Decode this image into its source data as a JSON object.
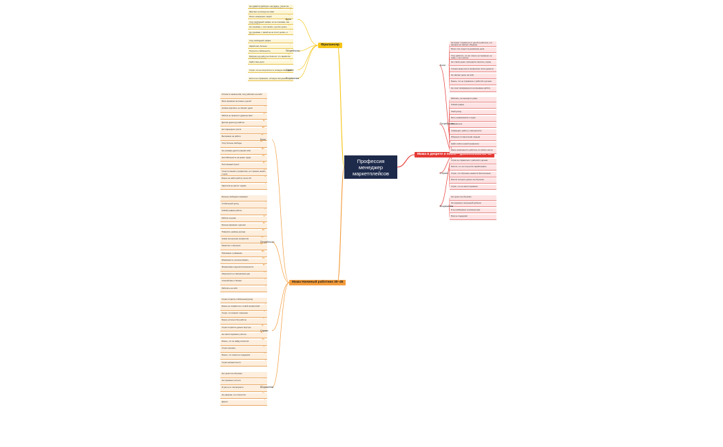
{
  "center": {
    "label": "Профессия менеджер маркетплейсов"
  },
  "branches": [
    {
      "id": "freelancer",
      "label": "Фрилансер",
      "color": "#f5c518",
      "style": "yellow",
      "subgroups": [
        {
          "label": "Боли",
          "items": [
            "Не нравится работать «на дядю», тошно на дни ваше начальство, хочется свободы, а у них никакой свободы нет",
            "Фриланс не всегда на охват",
            "Много неведомых людей",
            "Хочу свободный график, но не понимаю, как сюда войти",
            "Не понимаю, с чего начать, где все нужно учить",
            "Не понимаю, с какой же не стоит делать, я боюсь"
          ]
        },
        {
          "label": "Потребности",
          "items": [
            "Хочу свободный график",
            "Заработать больше",
            "Получить стабильность",
            "Работать на себя и не бояться, что заработок не сможет вырасти",
            "Найти свое дело"
          ]
        },
        {
          "label": "Страхи",
          "items": [
            "Страх, что не получится и я останусь без денег"
          ]
        },
        {
          "label": "Возражения",
          "items": [
            "Если я не справлюсь, останусь без денег"
          ]
        }
      ]
    },
    {
      "id": "mom-online",
      "label": "Мама в декрете и после – домохозяйка 24–35",
      "color": "#e53935",
      "style": "red",
      "subgroups": [
        {
          "label": "Боли",
          "items": [
            "Не может оторваться от детей и работать, а в эмоциях не хватает общения",
            "Много сил уходит на домашние дела",
            "Хочу работать, но нет опыта, нет времени, не знаю, с чего начать",
            "Нет своих денег, приходится просить у мужа",
            "Сложно вернуться в профессию после декрета",
            "Не хватает денег на себя",
            "Боюсь, что не справлюсь с работой и детьми",
            "Не хочет возвращаться на прежнюю работу"
          ]
        },
        {
          "label": "Потребности",
          "items": [
            "Работать, не выходя из дома",
            "Гибкий график",
            "Свой доход",
            "Быть независимой от мужа",
            "Развиваться",
            "Совмещать работу и материнство",
            "Общение со взрослыми людьми",
            "Найти себя в новой профессии",
            "Иметь возможность работать из любого места"
          ]
        },
        {
          "label": "Страхи",
          "items": [
            "Страх не справиться с работой и детьми",
            "Боится, что не получится зарабатывать",
            "Страх, что обучение окажется бесполезным",
            "Боится потерять деньги на обучение",
            "Страх, что не хватит времени"
          ]
        },
        {
          "label": "Возражения",
          "items": [
            "Нет денег на обучение",
            "Нет времени, маленький ребенок",
            "Я не разбираюсь в компьютерах",
            "Муж не поддержит"
          ]
        }
      ]
    },
    {
      "id": "mom-hired",
      "label": "Мама Наемный работник 30–45",
      "color": "#f39c3c",
      "style": "orange",
      "subgroups": [
        {
          "label": "Боли",
          "items": [
            "Устала от начальства, хочу работать на себя",
            "Мало времени на семью и детей",
            "Низкая зарплата, не хватает денег",
            "Работа не приносит удовольствия",
            "Долгая дорога до работы",
            "Нет карьерного роста",
            "Выгорание на работе",
            "Хочу больше свободы",
            "Не успеваю уделять время себе",
            "Нестабильность на рынке труда",
            "Постоянный стресс",
            "Хочется сменить профессию, но страшно начать с нуля",
            "Боюсь не найти работу после 40",
            "Зарплата не растет годами"
          ]
        },
        {
          "label": "Потребности",
          "items": [
            "Больше свободного времени",
            "Стабильный доход",
            "Гибкий график работы",
            "Работа из дома",
            "Больше времени с детьми",
            "Повысить уровень дохода",
            "Новая интересная профессия",
            "Развитие и обучение",
            "Признание и уважение",
            "Возможность путешествовать",
            "Финансовая подушка безопасности",
            "Уверенность в завтрашнем дне",
            "Спокойствие и баланс",
            "Работать на себя"
          ]
        },
        {
          "label": "Страхи",
          "items": [
            "Страх потерять стабильный доход",
            "Боюсь не справиться с новой профессией",
            "Страх, что возраст помешает",
            "Боюсь остаться без работы",
            "Страх потратить деньги впустую",
            "Не хватит времени учиться",
            "Боюсь, что не найду клиентов",
            "Страх перемен",
            "Боюсь, что семья не поддержит",
            "Страх неизвестности"
          ]
        },
        {
          "label": "Возражения",
          "items": [
            "Нет денег на обучение",
            "Нет времени учиться",
            "Я уже не в том возрасте",
            "Не уверена, что получится",
            "Дорого"
          ]
        }
      ]
    }
  ]
}
